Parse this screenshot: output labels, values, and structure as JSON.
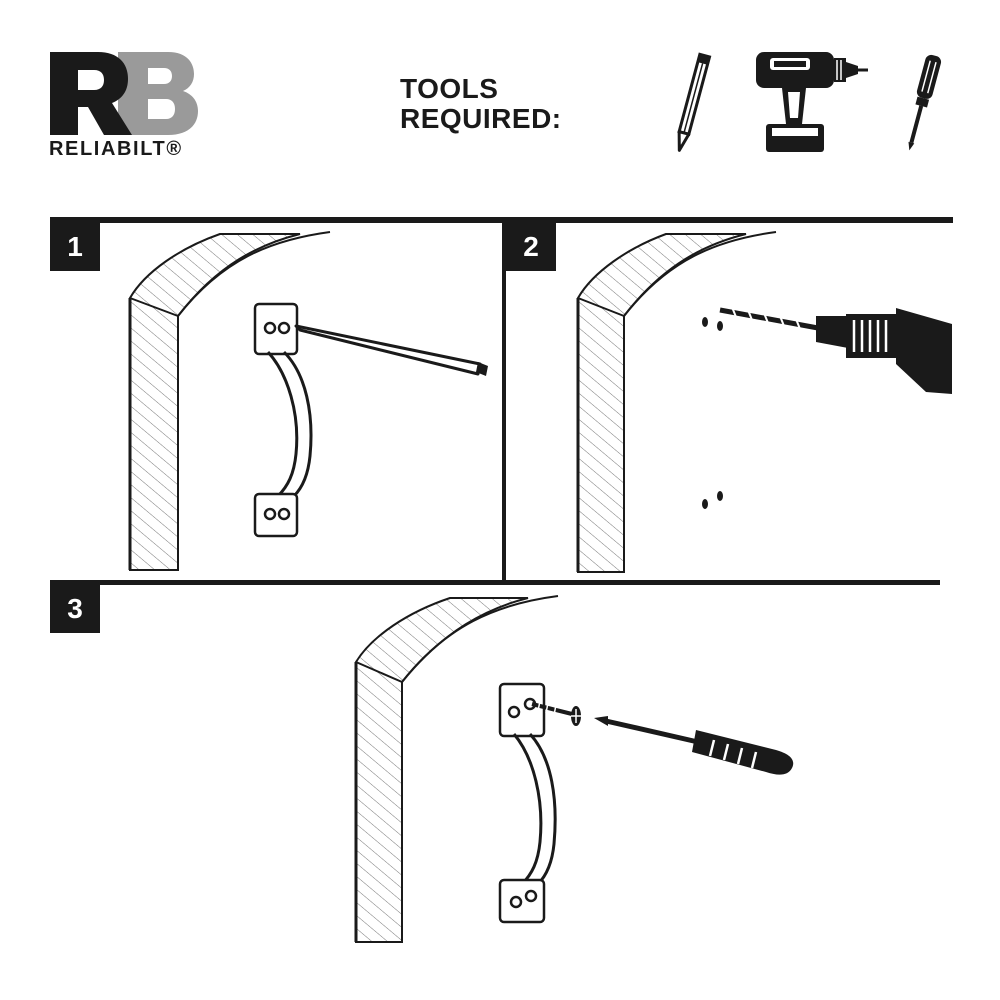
{
  "brand": {
    "logo_letters": "RB",
    "name": "RELIABILT®"
  },
  "header": {
    "tools_title_line1": "TOOLS",
    "tools_title_line2": "REQUIRED:"
  },
  "tools": [
    {
      "icon": "pencil-icon"
    },
    {
      "icon": "cordless-drill-icon"
    },
    {
      "icon": "screwdriver-icon"
    }
  ],
  "steps": [
    {
      "number": "1"
    },
    {
      "number": "2"
    },
    {
      "number": "3"
    }
  ],
  "colors": {
    "ink": "#1a1a1a",
    "logo_gray": "#9a9a9a",
    "background": "#ffffff"
  }
}
